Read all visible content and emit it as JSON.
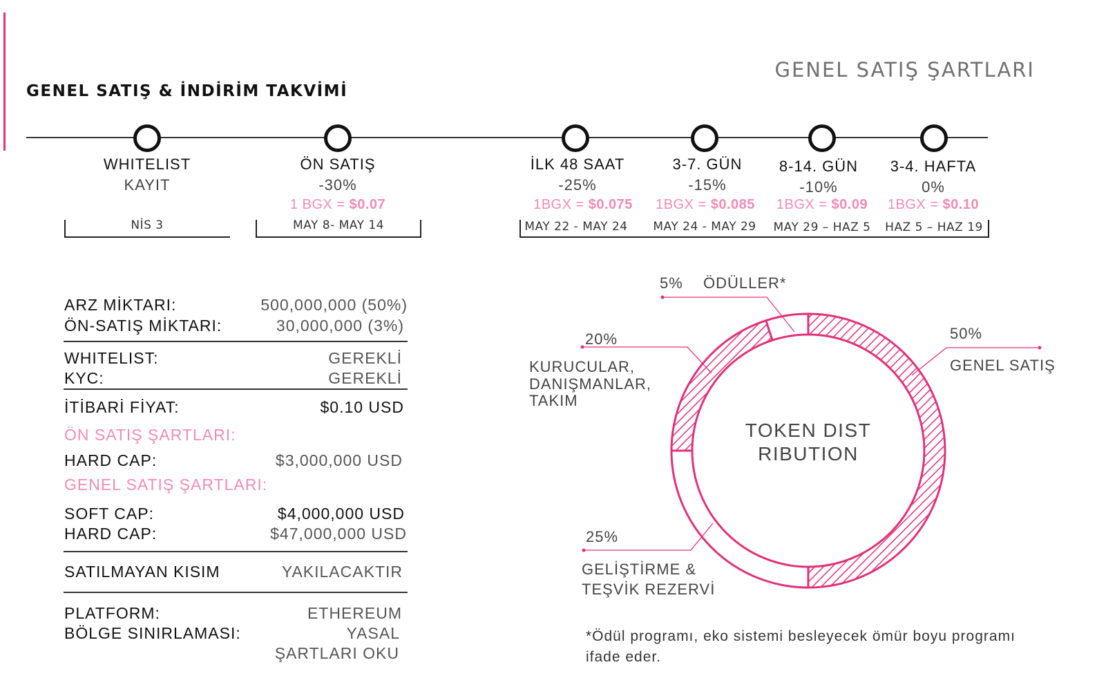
{
  "page_title": "GENEL SATIŞ ŞARTLARI",
  "section_title": "GENEL SATIŞ & İNDİRİM TAKVİMİ",
  "timeline": [
    {
      "label": "WHITELIST",
      "sub": "KAYIT",
      "price_prefix": "",
      "price_value": ""
    },
    {
      "label": "ÖN SATIŞ",
      "sub": "-30%",
      "price_prefix": "1 BGX = ",
      "price_value": "$0.07"
    },
    {
      "label": "İLK 48 SAAT",
      "sub": "-25%",
      "price_prefix": "1BGX = ",
      "price_value": "$0.075"
    },
    {
      "label": "3-7. GÜN",
      "sub": "-15%",
      "price_prefix": "1BGX = ",
      "price_value": "$0.085"
    },
    {
      "label": "8-14. GÜN",
      "sub": "-10%",
      "price_prefix": "1BGX = ",
      "price_value": "$0.09"
    },
    {
      "label": "3-4. HAFTA",
      "sub": "0%",
      "price_prefix": "1BGX = ",
      "price_value": "$0.10"
    }
  ],
  "dates": [
    "NİS 3",
    "MAY 8- MAY 14",
    "MAY 22 - MAY 24",
    "MAY 24 - MAY 29",
    "MAY 29 – HAZ 5",
    "HAZ 5 – HAZ 19"
  ],
  "table": {
    "supply_label": "ARZ MİKTARI:",
    "supply_value": "500,000,000 (50%)",
    "presale_amount_label": "ÖN-SATIŞ MİKTARI:",
    "presale_amount_value": "30,000,000 (3%)",
    "whitelist_label": "WHITELIST:",
    "whitelist_value": "GEREKLİ",
    "kyc_label": "KYC:",
    "kyc_value": "GEREKLİ",
    "price_label": "İTİBARİ FİYAT:",
    "price_value": "$0.10 USD",
    "presale_terms": "ÖN SATIŞ ŞARTLARI:",
    "presale_hardcap_label": "HARD CAP:",
    "presale_hardcap_value": "$3,000,000 USD",
    "general_terms": "GENEL SATIŞ ŞARTLARI:",
    "softcap_label": "SOFT CAP:",
    "softcap_value": "$4,000,000 USD",
    "hardcap_label": "HARD CAP:",
    "hardcap_value": "$47,000,000 USD",
    "unsold_label": "SATILMAYAN KISIM",
    "unsold_value": "YAKILACAKTIR",
    "platform_label": "PLATFORM:",
    "platform_value": "ETHEREUM",
    "region_label": "BÖLGE SINIRLAMASI:",
    "region_value_1": "YASAL",
    "region_value_2": "ŞARTLARI OKU"
  },
  "distribution": {
    "center": "TOKEN DISTRIBUTION",
    "segments": [
      {
        "pct_label": "50%",
        "label_1": "GENEL SATIŞ",
        "label_2": "",
        "label_3": "",
        "value": 50,
        "hatched": true
      },
      {
        "pct_label": "25%",
        "label_1": "GELİŞTİRME &",
        "label_2": "TEŞVİK REZERVİ",
        "label_3": "",
        "value": 25,
        "hatched": false
      },
      {
        "pct_label": "20%",
        "label_1": "KURUCULAR,",
        "label_2": "DANIŞMANLAR,",
        "label_3": "TAKIM",
        "value": 20,
        "hatched": true
      },
      {
        "pct_label": "5%",
        "label_1": "ÖDÜLLER*",
        "label_2": "",
        "label_3": "",
        "value": 5,
        "hatched": false
      }
    ],
    "colors": {
      "accent": "#e0317a",
      "light_accent": "#f08cb4"
    }
  },
  "footnote": "*Ödül programı, eko sistemi besleyecek ömür boyu programı ifade eder."
}
